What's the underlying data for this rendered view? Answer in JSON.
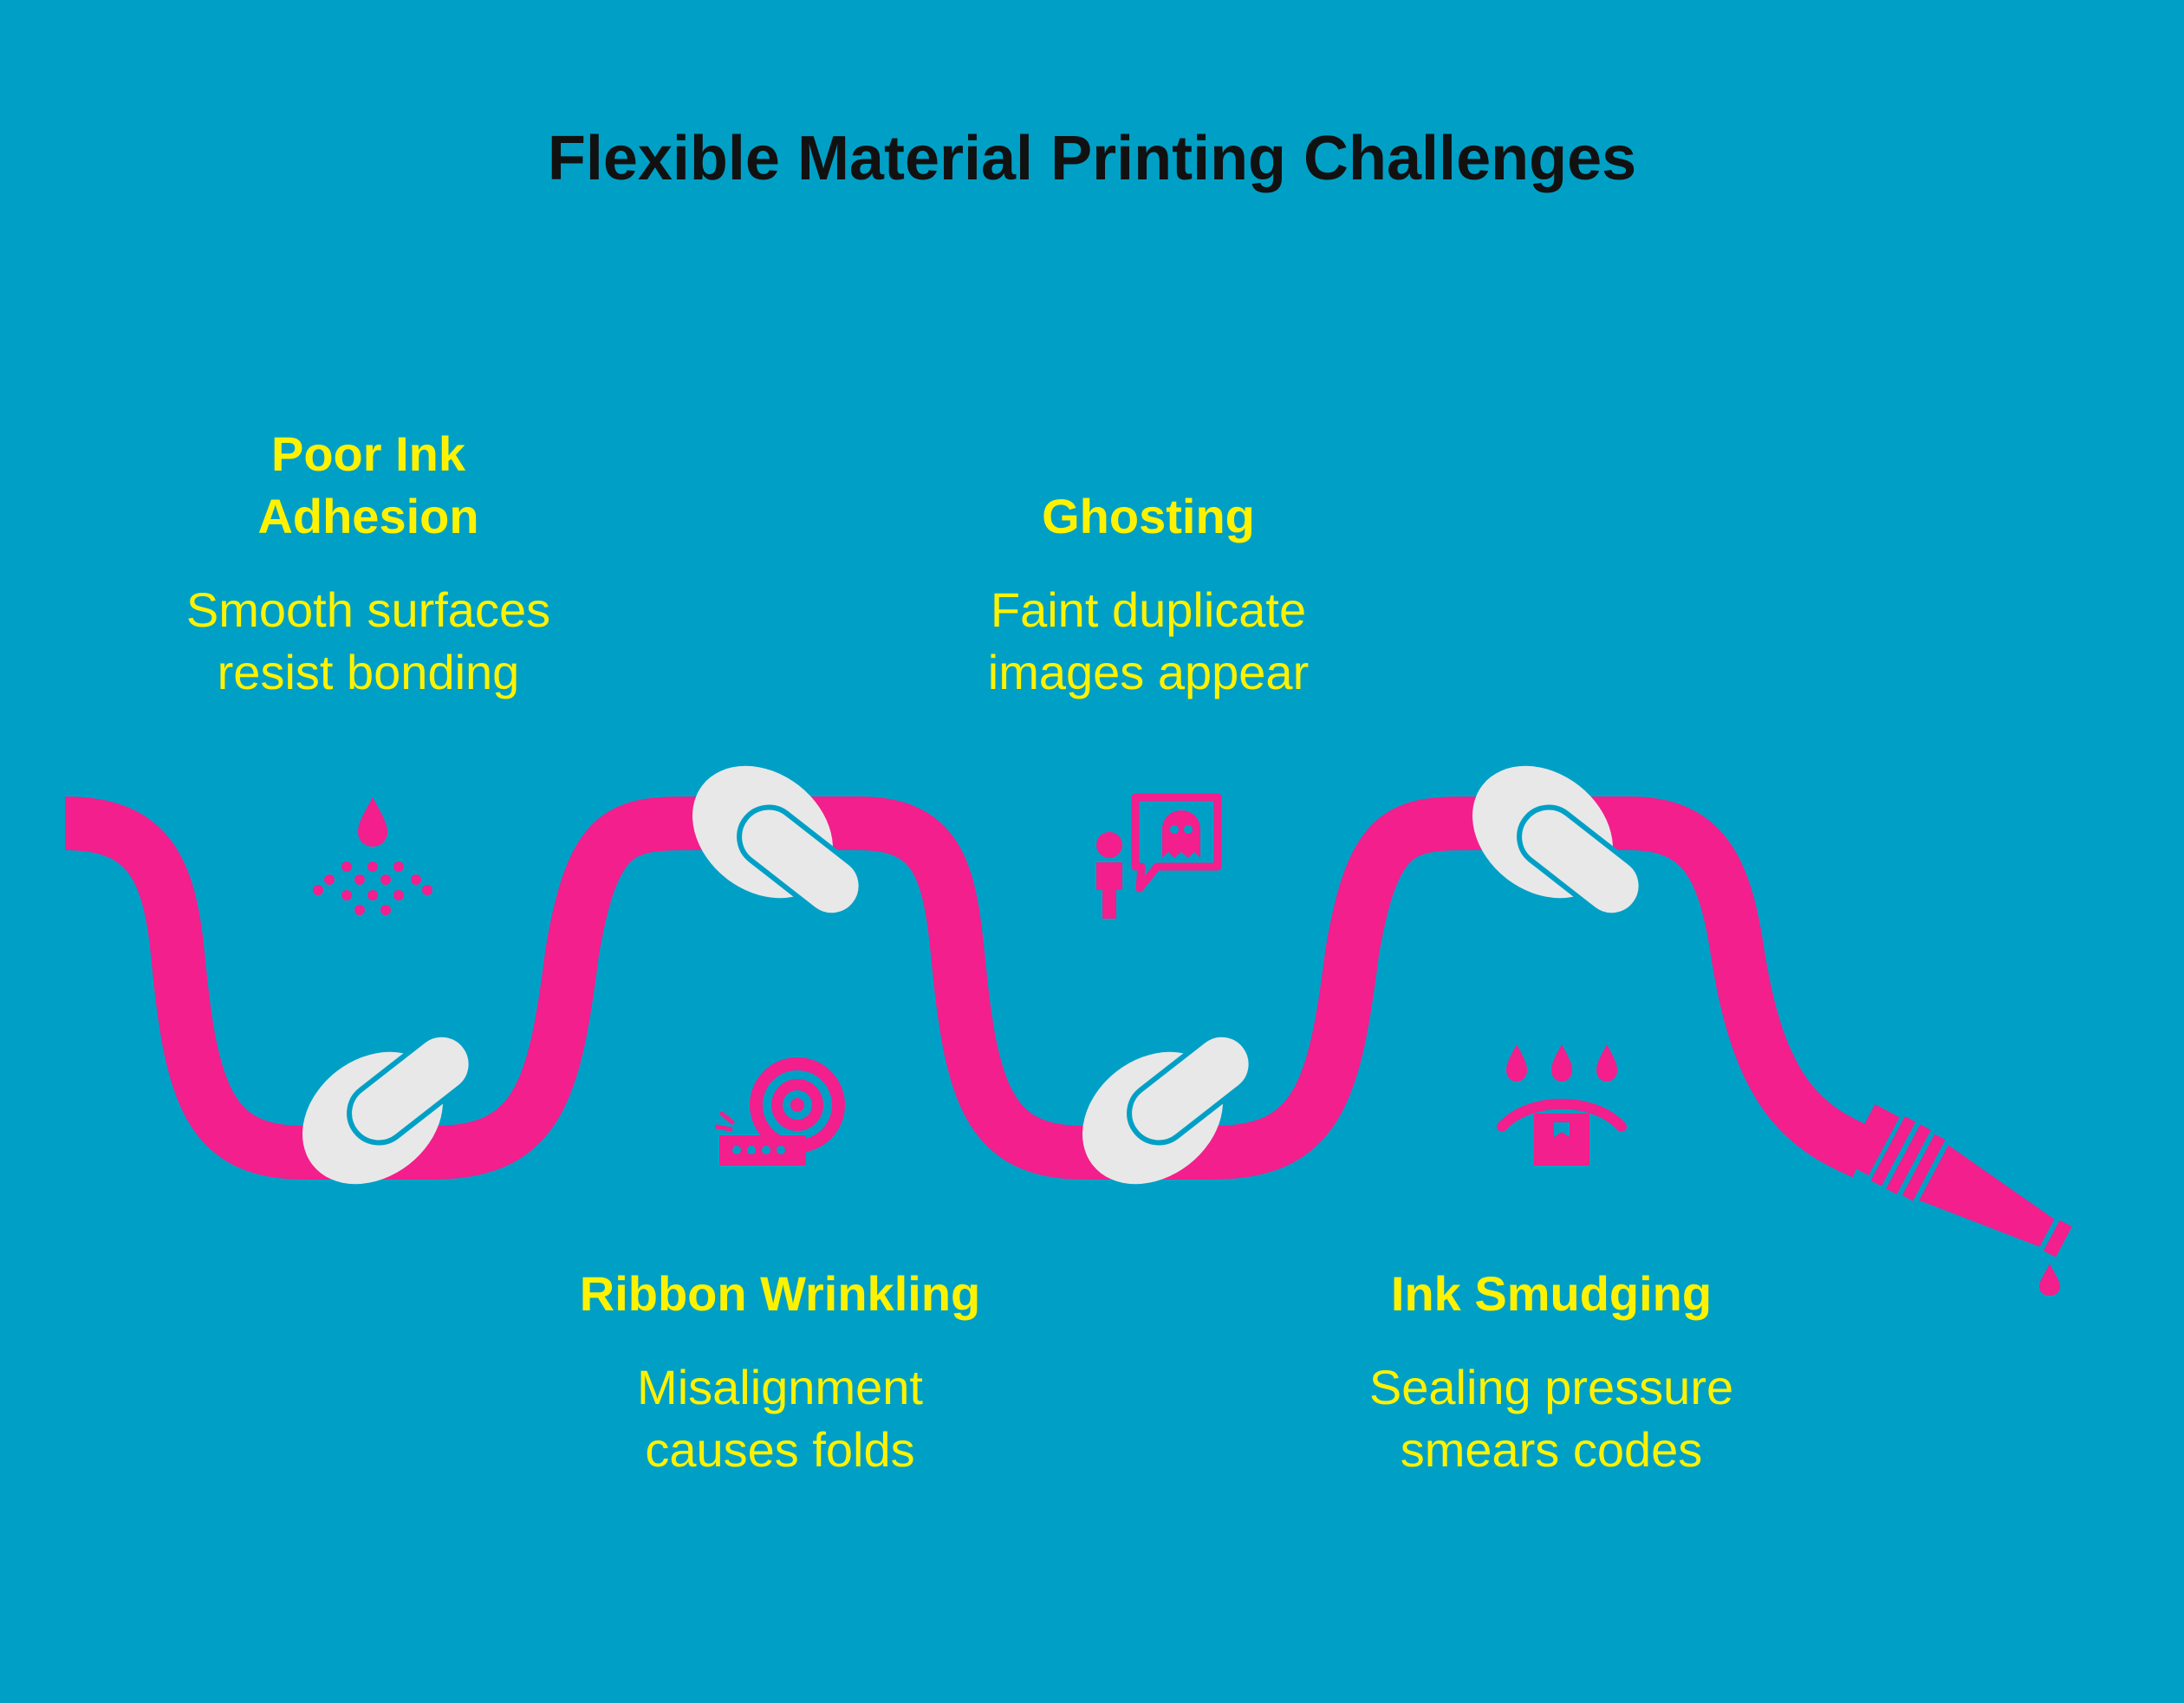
{
  "title": "Flexible Material Printing Challenges",
  "challenges": [
    {
      "title": "Poor Ink\nAdhesion",
      "description": "Smooth surfaces\nresist bonding",
      "icon": "ink-spray-icon"
    },
    {
      "title": "Ribbon Wrinkling",
      "description": "Misalignment\ncauses folds",
      "icon": "ribbon-roll-icon"
    },
    {
      "title": "Ghosting",
      "description": "Faint duplicate\nimages appear",
      "icon": "ghost-speech-icon"
    },
    {
      "title": "Ink Smudging",
      "description": "Sealing pressure\nsmears codes",
      "icon": "pressure-drops-icon"
    }
  ],
  "colors": {
    "background": "#00A0C6",
    "hose": "#F21F8C",
    "clamp": "#E8E8E8",
    "text_accent": "#FFF200",
    "title": "#111111"
  }
}
